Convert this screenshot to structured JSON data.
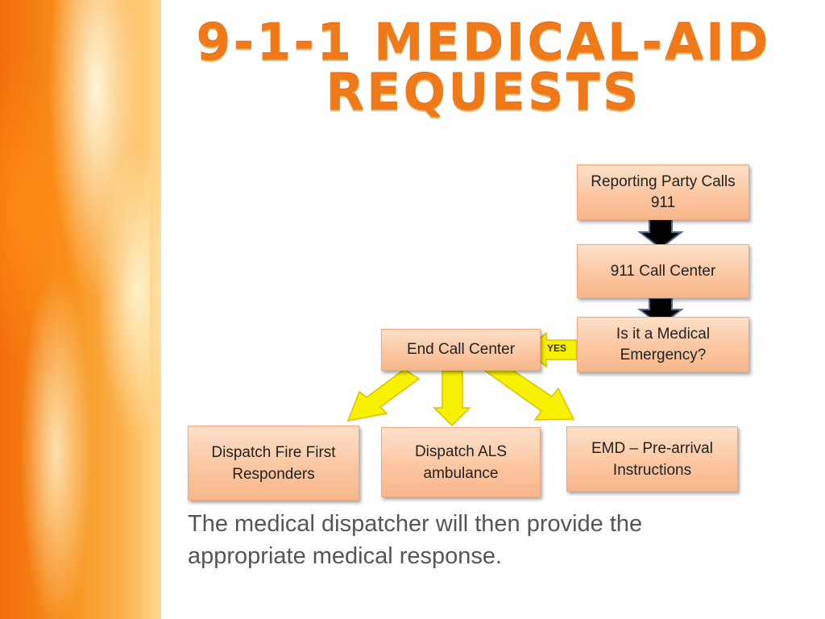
{
  "slide": {
    "title_line1": "9-1-1 MEDICAL-AID",
    "title_line2": "REQUESTS",
    "body_text": "The medical dispatcher will then provide the appropriate medical response."
  },
  "flowchart": {
    "reporting_party": "Reporting Party Calls 911",
    "call_center": "911 Call Center",
    "is_medical": "Is it a Medical Emergency?",
    "yes_label": "YES",
    "end_call_center": "End Call Center",
    "dispatch_fire": "Dispatch Fire First Responders",
    "dispatch_als": "Dispatch ALS ambulance",
    "emd": "EMD – Pre-arrival Instructions"
  },
  "colors": {
    "title_orange": "#f07a1a",
    "box_fill": "#fbc7a2",
    "arrow_black": "#000000",
    "arrow_yellow": "#f5f000"
  }
}
